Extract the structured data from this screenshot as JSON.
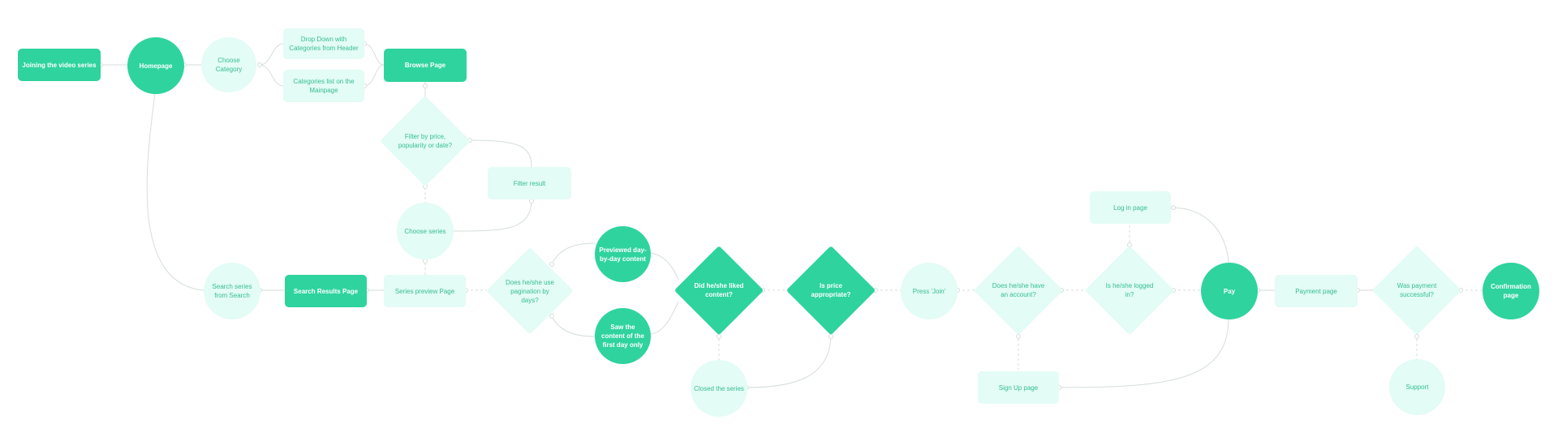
{
  "colors": {
    "primary": "#2fd39d",
    "light": "#e3fcf5",
    "light_text": "#35bd92",
    "connector": "#cfd8d5"
  },
  "nodes": {
    "joining": "Joining the video series",
    "homepage": "Homepage",
    "choose_category": "Choose Category",
    "dropdown": "Drop Down with Categories from Header",
    "categories_list": "Categories list on the Mainpage",
    "browse_page": "Browse Page",
    "filter_q": "Filter by price, popularity or date?",
    "filter_result": "Filter result",
    "choose_series": "Choose series",
    "search_series": "Search series from Search",
    "search_results": "Search Results Page",
    "series_preview": "Series preview Page",
    "pagination_q": "Does he/she use pagination by days?",
    "previewed": "Previewed day-by-day content",
    "saw_first_day": "Saw the content of the first day only",
    "liked_q": "Did he/she liked content?",
    "closed_series": "Closed the series",
    "price_q": "Is price appropriate?",
    "press_join": "Press 'Join'",
    "account_q": "Does he/she have an account?",
    "signup_page": "Sign Up page",
    "loggedin_q": "Is he/she logged in?",
    "login_page": "Log in page",
    "pay": "Pay",
    "payment_page": "Payment page",
    "payment_success_q": "Was payment successful?",
    "support": "Support",
    "confirmation": "Confirmation page"
  }
}
